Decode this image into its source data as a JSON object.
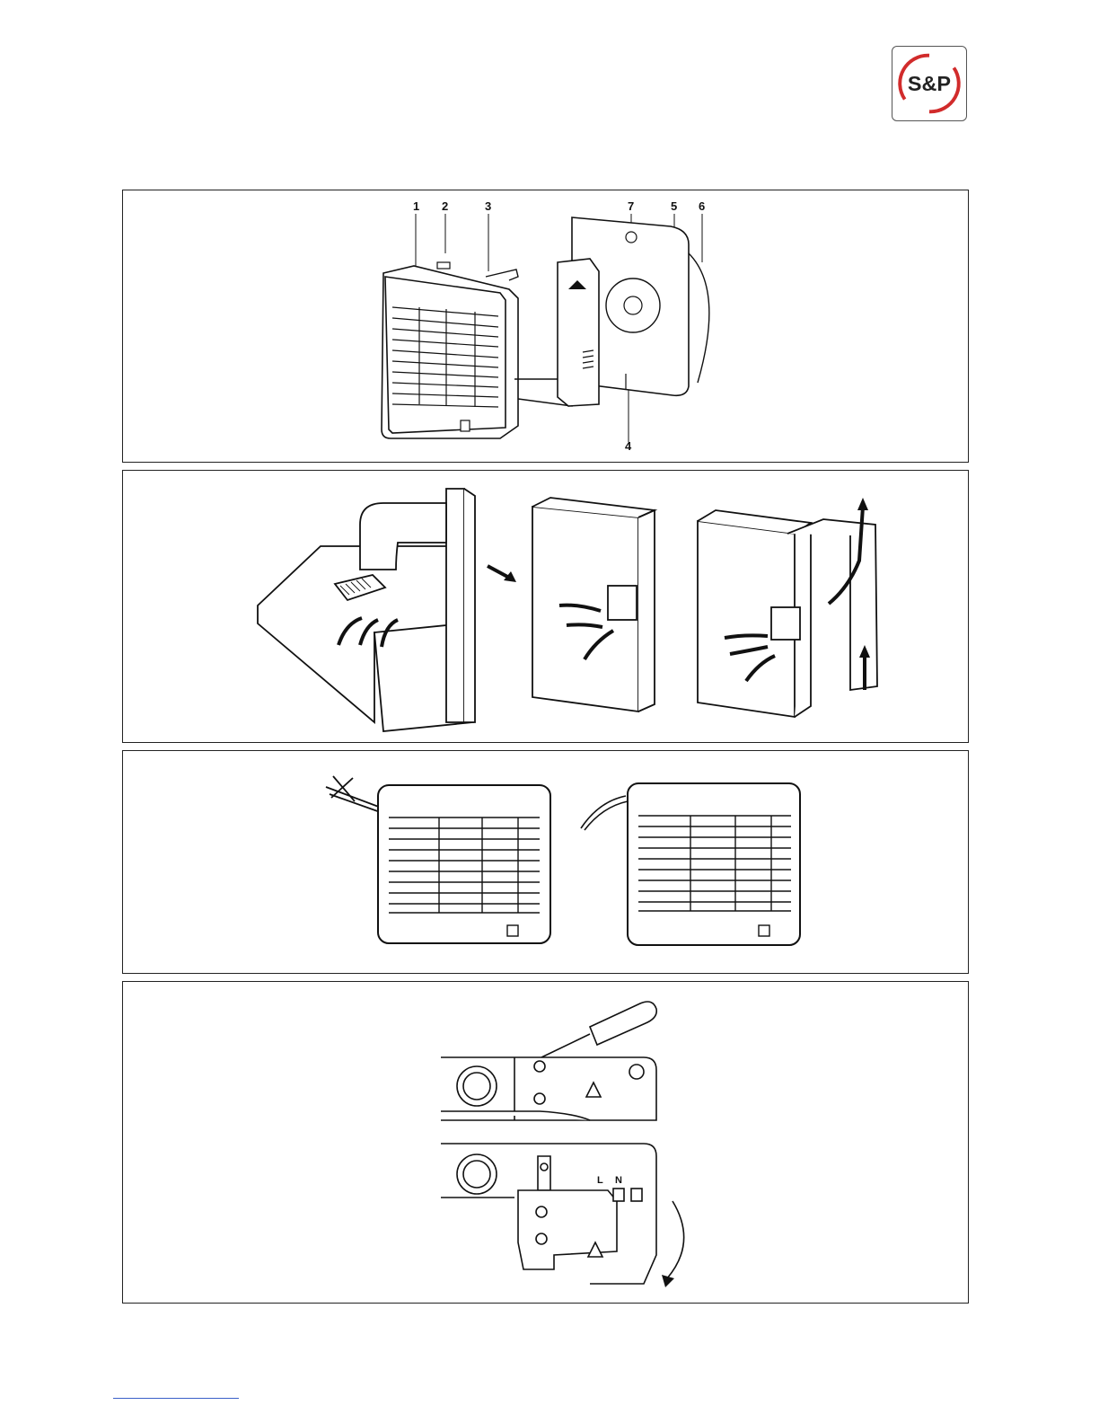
{
  "brand": {
    "logo_text": "S&P"
  },
  "figure1": {
    "callouts": [
      "1",
      "2",
      "3",
      "7",
      "5",
      "6",
      "4"
    ]
  },
  "figure4": {
    "terminal_L": "L",
    "terminal_N": "N"
  }
}
